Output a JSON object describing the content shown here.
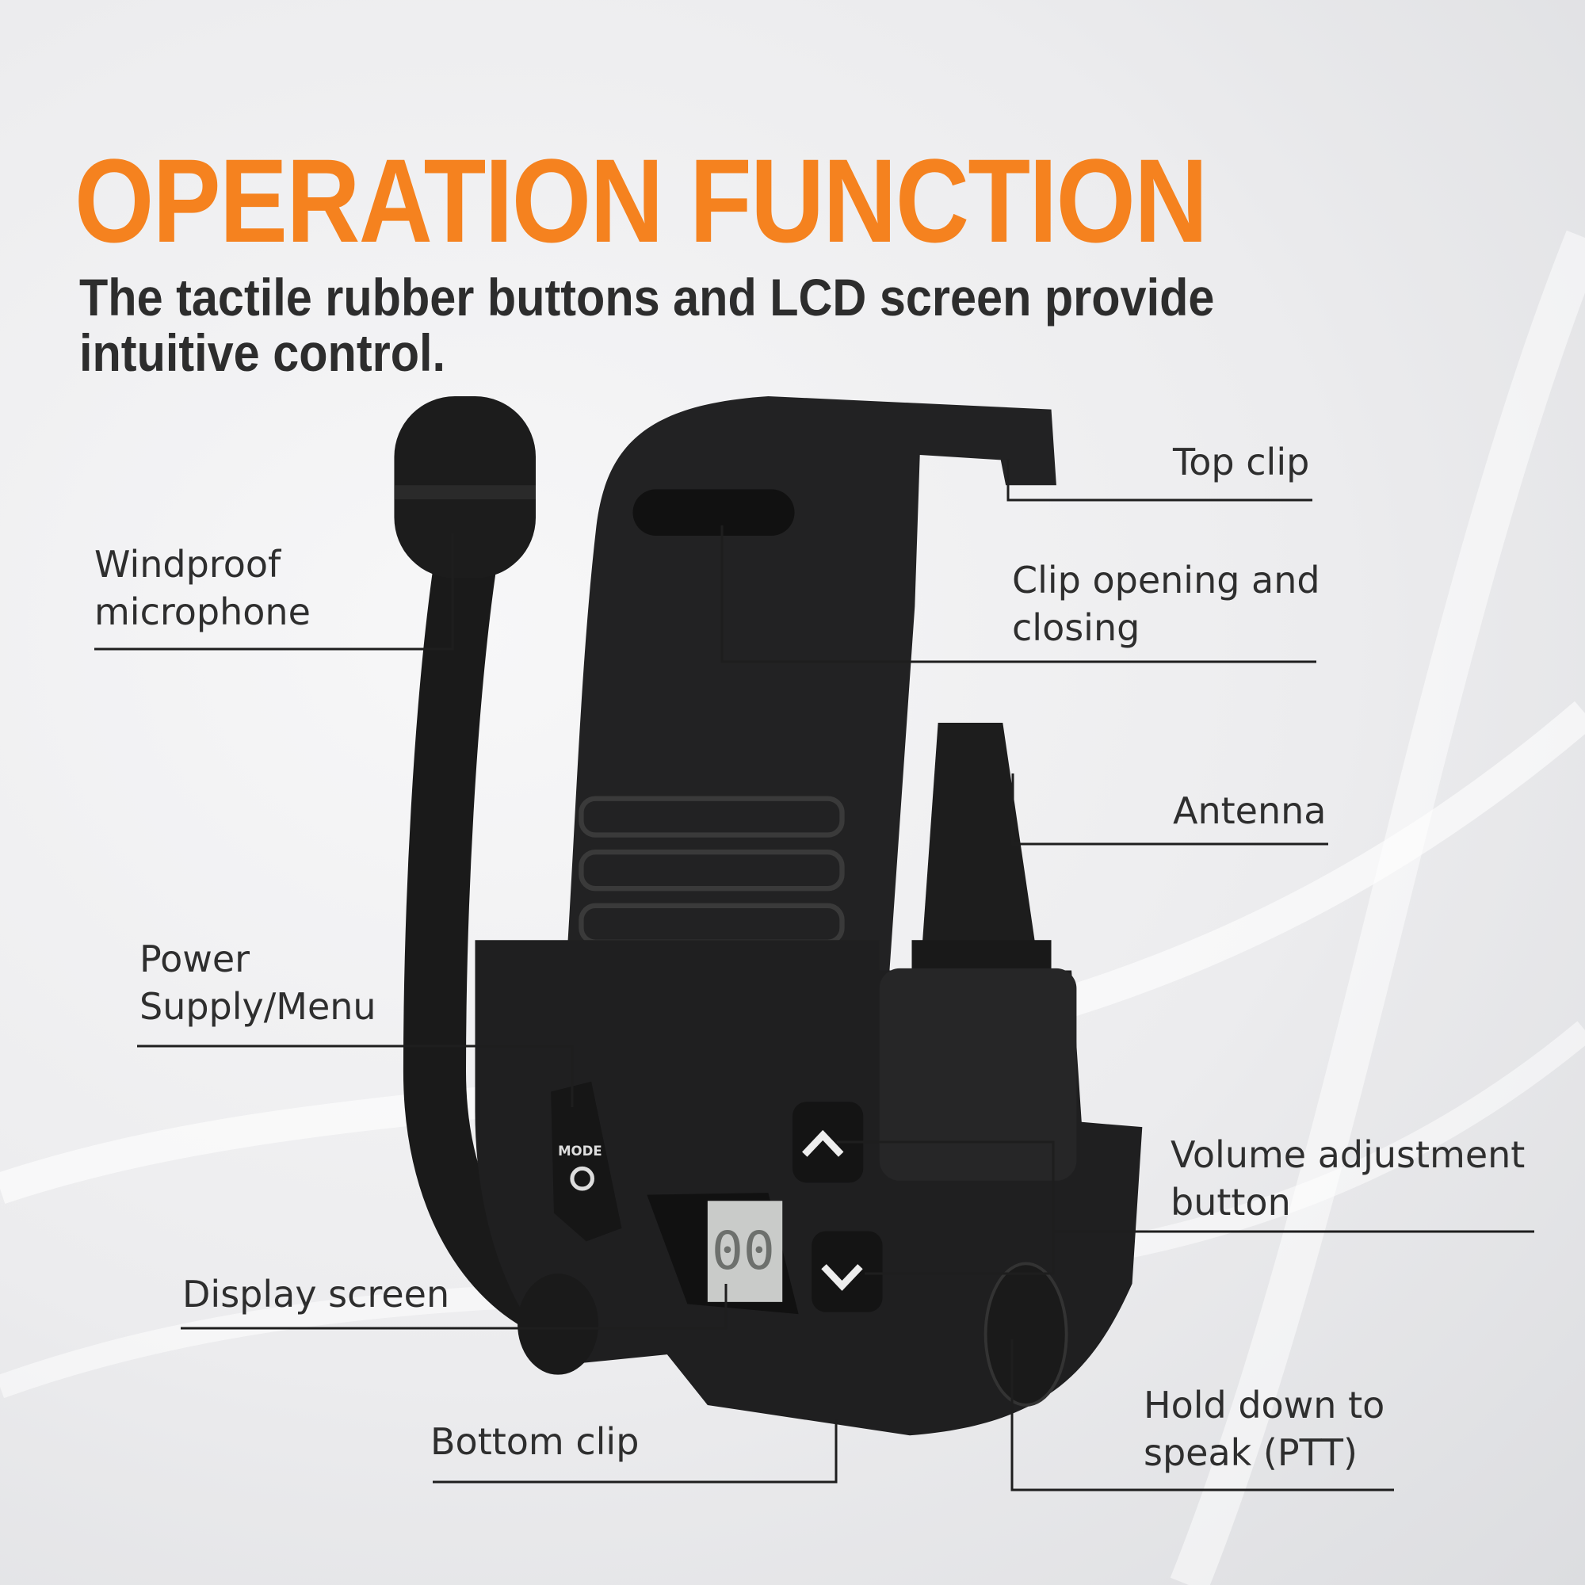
{
  "header": {
    "title": "OPERATION FUNCTION",
    "subtitle": "The tactile rubber buttons and LCD screen provide intuitive control."
  },
  "colors": {
    "accent": "#f5821f",
    "text": "#2e2e2e",
    "device": "#1e1e1f"
  },
  "device": {
    "mode_button_label": "MODE",
    "power_icon": "power-icon",
    "up_icon": "chevron-up-icon",
    "down_icon": "chevron-down-icon"
  },
  "callouts": {
    "top_clip": "Top clip",
    "windproof_microphone": "Windproof\nmicrophone",
    "clip_opening": "Clip opening and\nclosing",
    "antenna": "Antenna",
    "power_menu": "Power\nSupply/Menu",
    "volume": "Volume adjustment\nbutton",
    "display_screen": "Display screen",
    "bottom_clip": "Bottom clip",
    "ptt": "Hold down to\nspeak (PTT)"
  }
}
